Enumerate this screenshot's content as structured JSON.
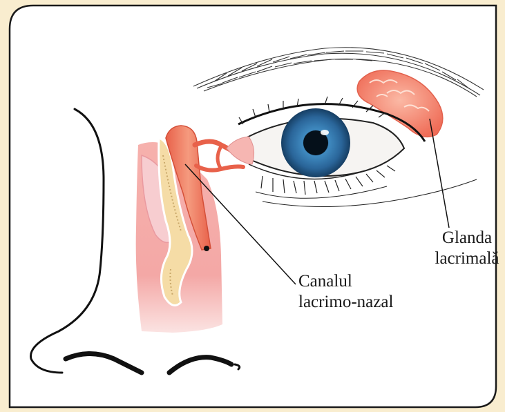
{
  "labels": {
    "gland": {
      "line1": "Glanda",
      "line2": "lacrimală"
    },
    "canal": {
      "line1": "Canalul",
      "line2": "lacrimo-nazal"
    }
  },
  "colors": {
    "background": "#f9edcf",
    "panel": "#ffffff",
    "border": "#1a1a1a",
    "gland": "#f2806a",
    "duct": "#ef8a6c",
    "nasal_tissue": "#f4b2ae",
    "iris": "#2e6fa0",
    "bone": "#f5dca6"
  }
}
